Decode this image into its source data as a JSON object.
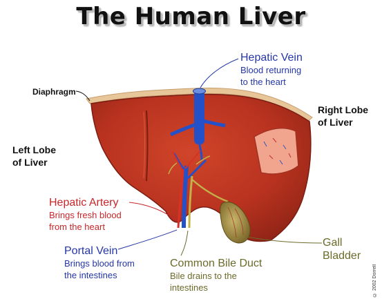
{
  "title": "The Human Liver",
  "labels": {
    "hepatic_vein": {
      "heading": "Hepatic Vein",
      "line1": "Blood returning",
      "line2": "to the heart"
    },
    "diaphragm": "Diaphragm",
    "right_lobe": {
      "line1": "Right Lobe",
      "line2": "of Liver"
    },
    "left_lobe": {
      "line1": "Left Lobe",
      "line2": "of Liver"
    },
    "hepatic_artery": {
      "heading": "Hepatic Artery",
      "line1": "Brings fresh blood",
      "line2": "from the heart"
    },
    "portal_vein": {
      "heading": "Portal Vein",
      "line1": "Brings blood from",
      "line2": "the intestines"
    },
    "common_bile_duct": {
      "heading": "Common Bile Duct",
      "line1": "Bile drains to the",
      "line2": "intestines"
    },
    "gall_bladder": {
      "line1": "Gall",
      "line2": "Bladder"
    }
  },
  "copyright": "© 2002 Dorrell"
}
